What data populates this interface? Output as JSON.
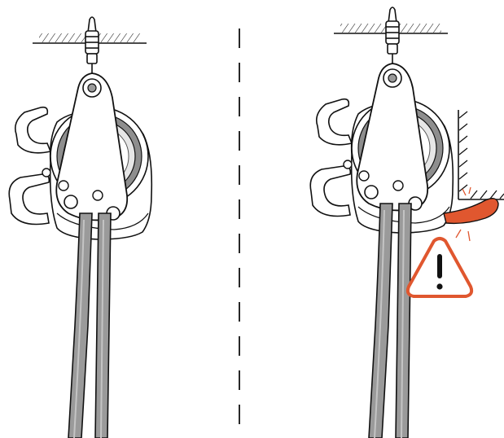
{
  "figure": {
    "panels": [
      {
        "id": "left",
        "state": "free-hanging"
      },
      {
        "id": "right",
        "state": "in-contact-with-wall",
        "warning": "exclamation-warning-icon"
      }
    ],
    "colors": {
      "outline": "#111111",
      "rope": "#9a9a9a",
      "rope_shade": "#c4c4c4",
      "device": "#ffffff",
      "wheel_ring": "#8e8e8e",
      "wheel_inner": "#e6e6e6",
      "accent": "#e0572f",
      "warning_fill": "#ffffff"
    }
  }
}
